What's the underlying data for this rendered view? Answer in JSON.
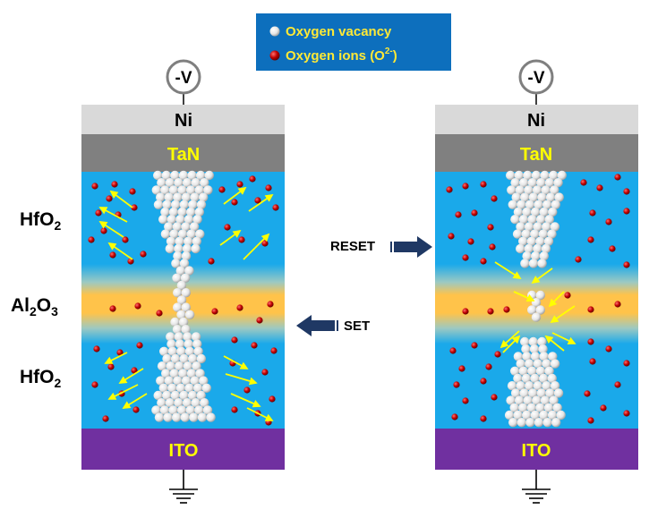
{
  "legend": {
    "vacancy_label": "Oxygen vacancy",
    "ions_label_prefix": "Oxygen ions (O",
    "ions_label_sup": "2-",
    "ions_label_suffix": ")",
    "box_color": "#0d6fbd",
    "text_color": "#ffe936"
  },
  "layer_labels": {
    "hfo2_top": "HfO",
    "hfo2_top_sub": "2",
    "al2o3_a": "Al",
    "al2o3_sub1": "2",
    "al2o3_o": "O",
    "al2o3_sub2": "3",
    "hfo2_bottom": "HfO",
    "hfo2_bottom_sub": "2"
  },
  "left_device": {
    "voltage": "-V",
    "top_electrode": "Ni",
    "cap_layer": "TaN",
    "bottom_electrode": "ITO"
  },
  "right_device": {
    "voltage": "-V",
    "top_electrode": "Ni",
    "cap_layer": "TaN",
    "bottom_electrode": "ITO"
  },
  "operations": {
    "reset": "RESET",
    "set": "SET"
  },
  "colors": {
    "ni": "#d9d9d9",
    "tan": "#808080",
    "hfo2": "#1aa9ea",
    "al2o3": "#ffc34a",
    "ito": "#7030a0",
    "layer_text": "#ffff00",
    "arrow": "#ffff00",
    "op_arrow": "#1f3864",
    "ion": "#c00000"
  }
}
